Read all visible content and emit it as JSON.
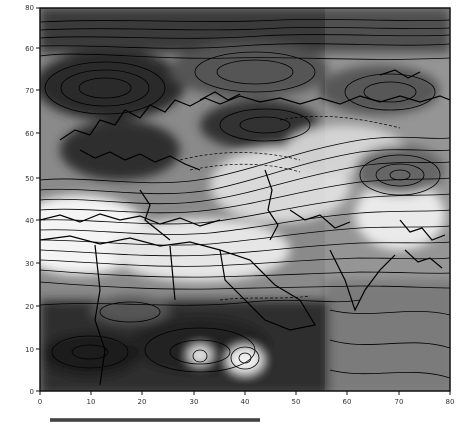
{
  "map": {
    "y_ticks": [
      "80",
      "60",
      "70",
      "60",
      "50",
      "40",
      "30",
      "20",
      "10",
      "0"
    ],
    "x_ticks": [
      "0",
      "10",
      "20",
      "30",
      "40",
      "50",
      "60",
      "70",
      "80"
    ],
    "colorbar_label": "",
    "colors": {
      "frame": "#111111",
      "light_field": "#eeeeee",
      "mid_field": "#8a8a8a",
      "dark_field": "#3a3a3a",
      "darkest_field": "#1a1a1a",
      "contour": "#000000",
      "coast": "#000000"
    }
  }
}
